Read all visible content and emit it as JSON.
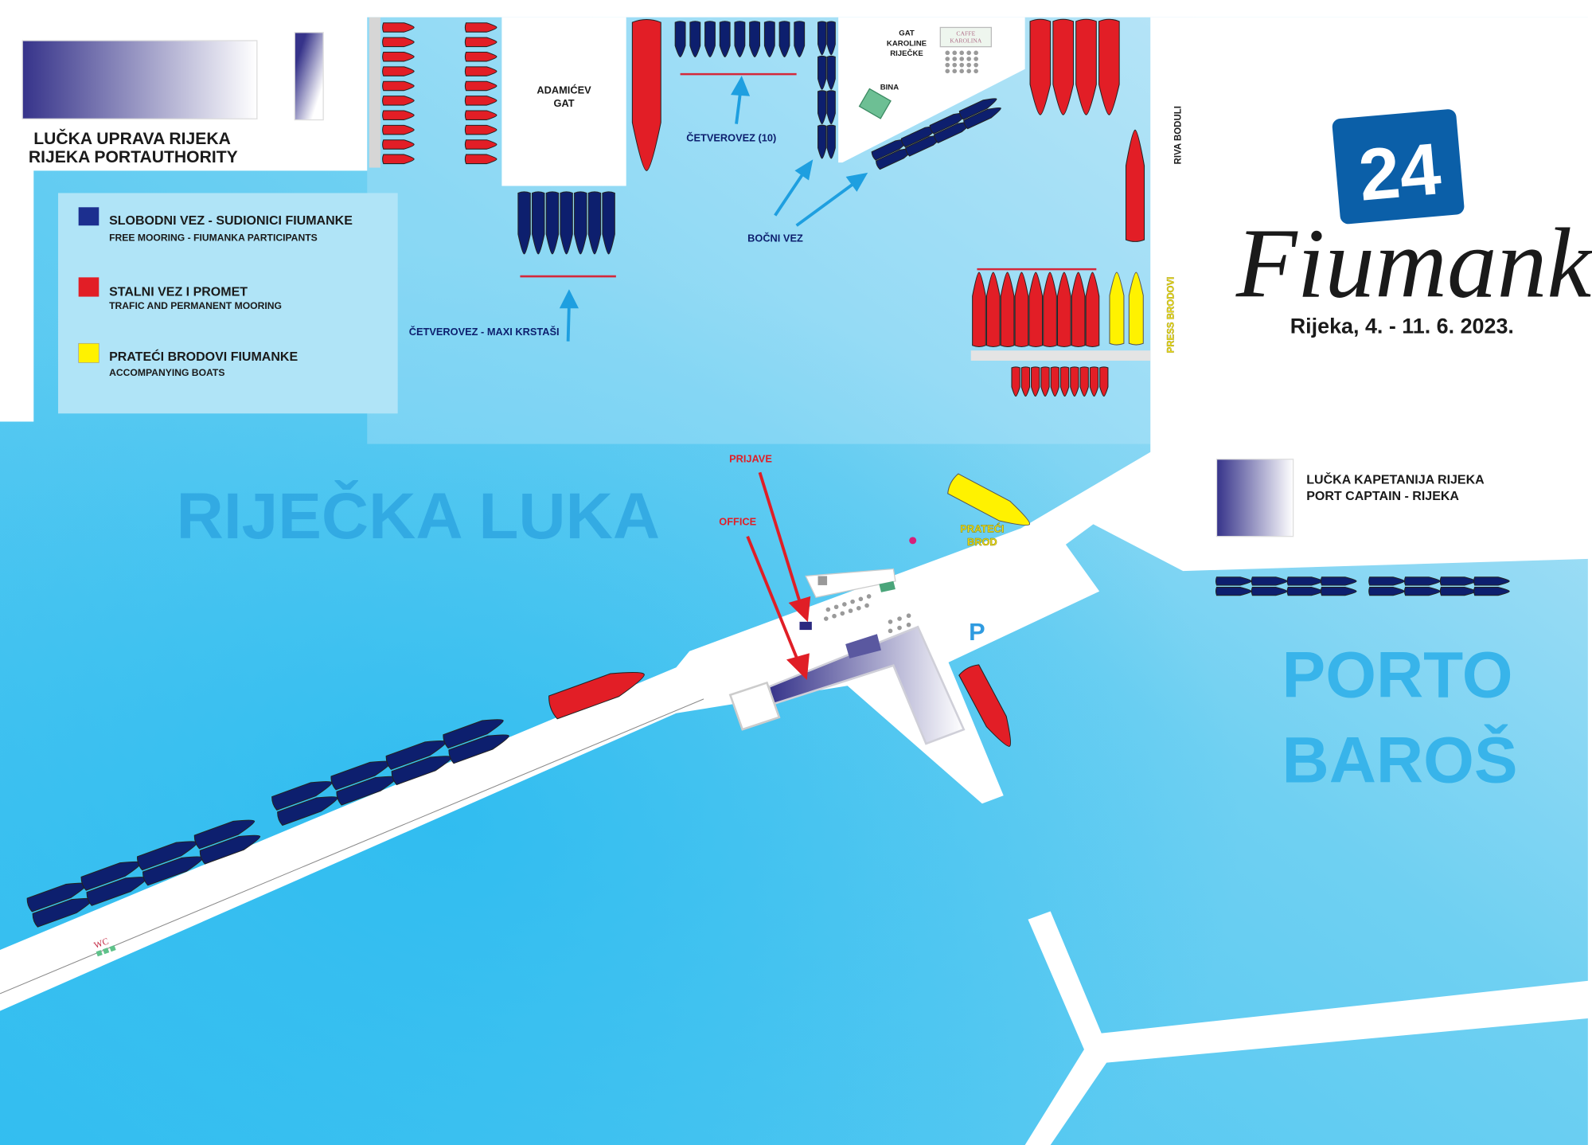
{
  "authority": {
    "line1": "LUČKA UPRAVA RIJEKA",
    "line2": "RIJEKA PORTAUTHORITY"
  },
  "legend": [
    {
      "title": "SLOBODNI VEZ - SUDIONICI FIUMANKE",
      "subtitle": "FREE MOORING - FIUMANKA PARTICIPANTS",
      "color": "#1c2f8f"
    },
    {
      "title": "STALNI VEZ I PROMET",
      "subtitle": "TRAFIC AND PERMANENT MOORING",
      "color": "#e21e26"
    },
    {
      "title": "PRATEĆI BRODOVI FIUMANKE",
      "subtitle": "ACCOMPANYING BOATS",
      "color": "#fff200"
    }
  ],
  "places": {
    "adamicev_gat": [
      "ADAMIĆEV",
      "GAT"
    ],
    "gat_karoline": [
      "GAT",
      "KAROLINE",
      "RIJEČKE"
    ],
    "caffe": [
      "CAFFE",
      "KAROLINA"
    ],
    "bina": "BINA",
    "riva_boduli": "RIVA BODULI",
    "press_brodovi": "PRESS BRODOVI",
    "rijecka_luka": "RIJEČKA LUKA",
    "porto_baros": [
      "PORTO",
      "BAROŠ"
    ],
    "prateci_brod": [
      "PRATEĆI",
      "BROD"
    ],
    "parking": "P",
    "wc": "WC",
    "kapetanija": {
      "line1": "LUČKA KAPETANIJA RIJEKA",
      "line2": "PORT CAPTAIN - RIJEKA"
    }
  },
  "annotations": {
    "cetverovez_10": "ČETVEROVEZ (10)",
    "bocni_vez": "BOČNI VEZ",
    "cetverovez_maxi": "ČETVEROVEZ - MAXI KRSTAŠI",
    "prijave": "PRIJAVE",
    "office": "OFFICE"
  },
  "event": {
    "badge": "24",
    "name": "Fiumanka",
    "dates": "Rijeka, 4. - 11. 6. 2023."
  },
  "colors": {
    "navy": "#0d1f6e",
    "red": "#e21e26",
    "yellow": "#fff200",
    "badge": "#0b5fa8"
  }
}
